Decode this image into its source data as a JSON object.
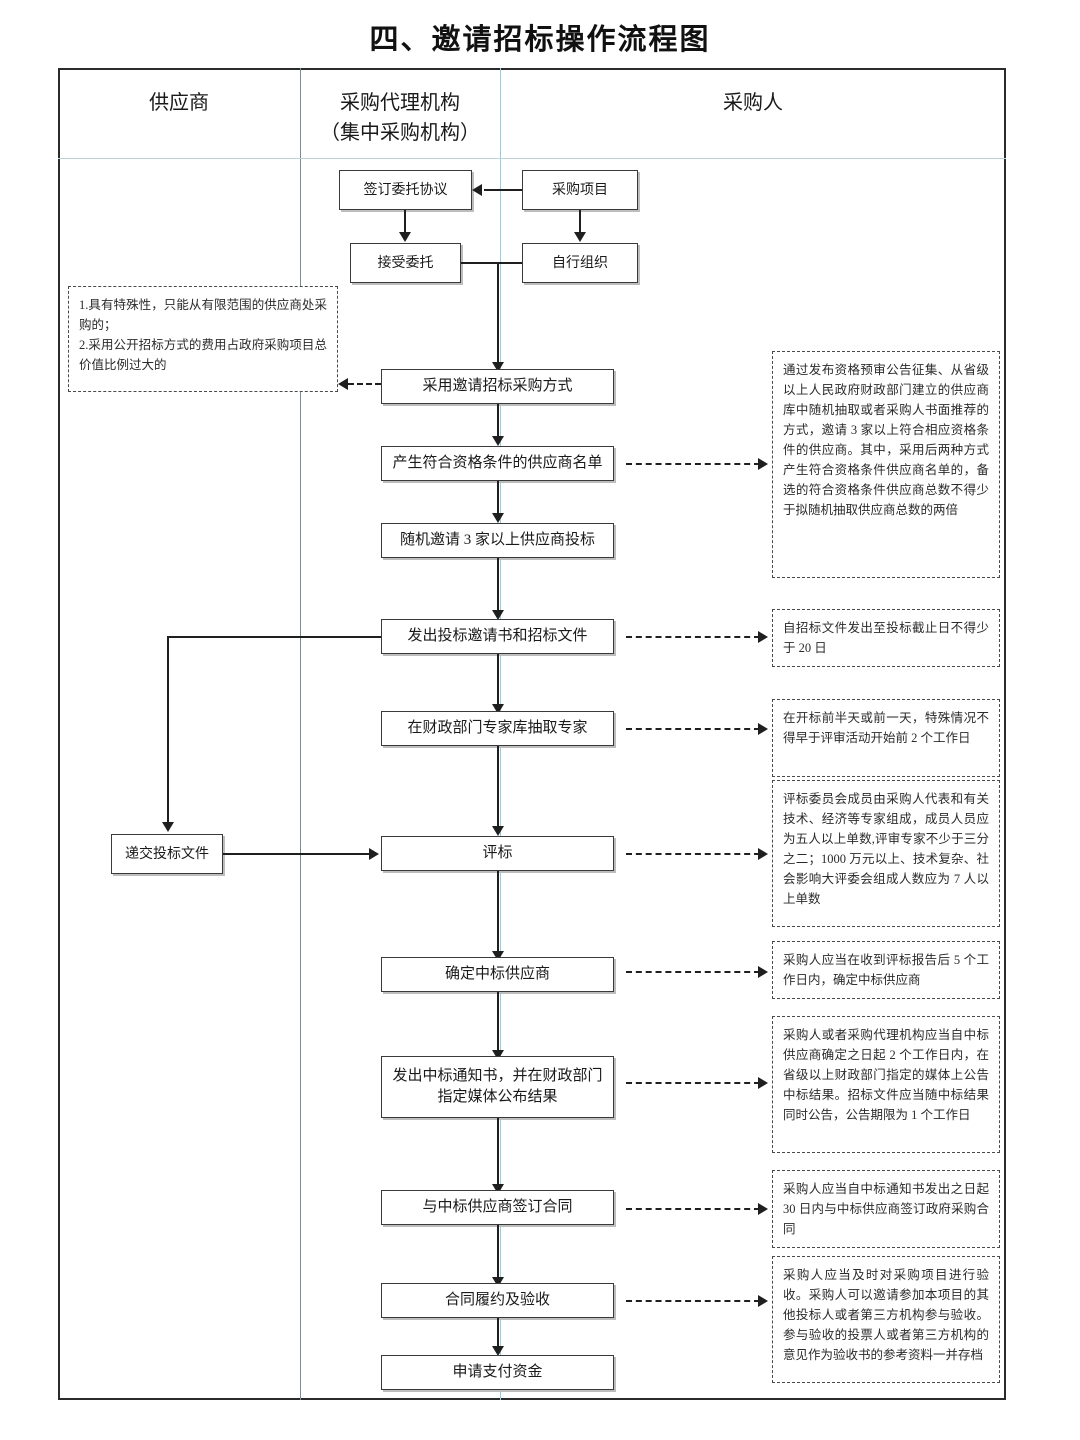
{
  "title": "四、邀请招标操作流程图",
  "lanes": [
    {
      "label": "供应商"
    },
    {
      "label": "采购代理机构\n（集中采购机构）"
    },
    {
      "label": "采购人"
    }
  ],
  "lane2_line1": "采购代理机构",
  "lane2_line2": "（集中采购机构）",
  "boxes": {
    "sign_entrust": "签订委托协议",
    "purchase_project": "采购项目",
    "accept_entrust": "接受委托",
    "self_organize": "自行组织",
    "invite_method": "采用邀请招标采购方式",
    "qualified_list": "产生符合资格条件的供应商名单",
    "random_invite": "随机邀请 3 家以上供应商投标",
    "issue_invitation": "发出投标邀请书和招标文件",
    "draw_experts": "在财政部门专家库抽取专家",
    "submit_bid": "递交投标文件",
    "evaluate": "评标",
    "determine_winner": "确定中标供应商",
    "issue_notice": "发出中标通知书，并在财政部门\n指定媒体公布结果",
    "issue_notice_line1": "发出中标通知书，并在财政部门",
    "issue_notice_line2": "指定媒体公布结果",
    "sign_contract": "与中标供应商签订合同",
    "perform_accept": "合同履约及验收",
    "apply_payment": "申请支付资金"
  },
  "notes": {
    "left_condition": "1.具有特殊性，只能从有限范围的供应商处采购的；\n2.采用公开招标方式的费用占政府采购项目总价值比例过大的",
    "left_condition_line1": "1.具有特殊性，只能从有限范围的供应商处采购的；",
    "left_condition_line2": "2.采用公开招标方式的费用占政府采购项目总价值比例过大的",
    "qualified_list_note": "通过发布资格预审公告征集、从省级以上人民政府财政部门建立的供应商库中随机抽取或者采购人书面推荐的方式，邀请 3 家以上符合相应资格条件的供应商。其中，采用后两种方式产生符合资格条件供应商名单的，备选的符合资格条件供应商总数不得少于拟随机抽取供应商总数的两倍",
    "invitation_note": "自招标文件发出至投标截止日不得少于 20 日",
    "experts_note": "在开标前半天或前一天，特殊情况不得早于评审活动开始前 2 个工作日",
    "evaluate_note": "评标委员会成员由采购人代表和有关技术、经济等专家组成，成员人员应为五人以上单数,评审专家不少于三分之二；1000 万元以上、技术复杂、社会影响大评委会组成人数应为 7 人以上单数",
    "winner_note": "采购人应当在收到评标报告后 5 个工作日内，确定中标供应商",
    "notice_note": "采购人或者采购代理机构应当自中标供应商确定之日起 2 个工作日内，在省级以上财政部门指定的媒体上公告中标结果。招标文件应当随中标结果同时公告，公告期限为 1 个工作日",
    "contract_note": "采购人应当自中标通知书发出之日起 30 日内与中标供应商签订政府采购合同",
    "acceptance_note": "采购人应当及时对采购项目进行验收。采购人可以邀请参加本项目的其他投标人或者第三方机构参与验收。参与验收的投票人或者第三方机构的意见作为验收书的参考资料一并存档"
  }
}
